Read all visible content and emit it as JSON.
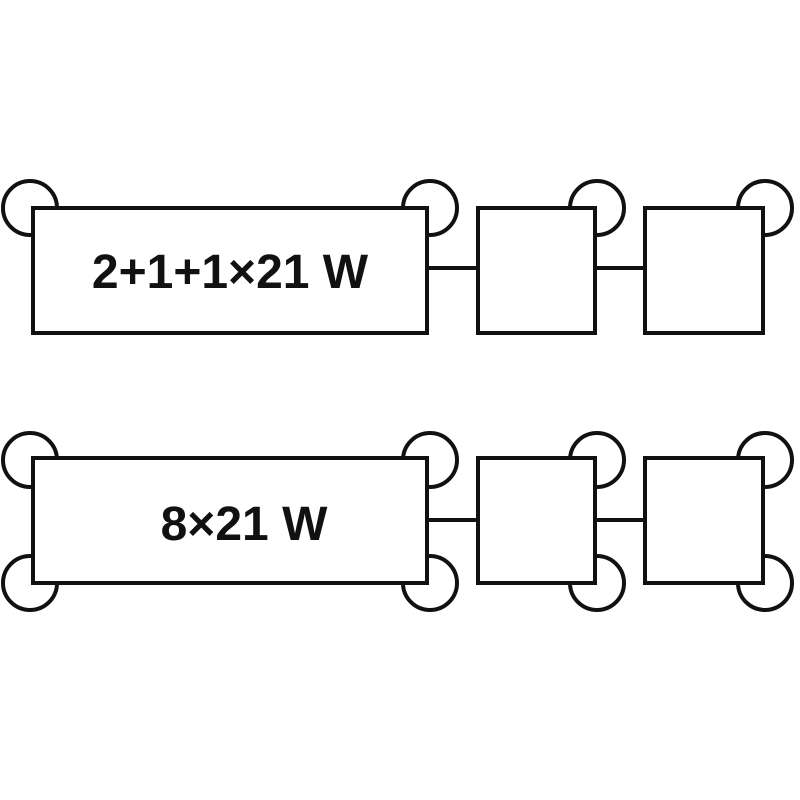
{
  "diagram": {
    "rows": [
      {
        "name": "row-top",
        "label": "2+1+1×21 W",
        "modules": [
          "main-flasher",
          "trailer-module-1",
          "trailer-module-2"
        ],
        "lamps": [
          "top-left",
          "top-right",
          "module1-top-right",
          "module2-top-right"
        ]
      },
      {
        "name": "row-bottom",
        "label": "8×21 W",
        "modules": [
          "main-flasher",
          "trailer-module-1",
          "trailer-module-2"
        ],
        "lamps": [
          "top-left",
          "bottom-left",
          "top-right",
          "bottom-right",
          "module1-top-right",
          "module1-bottom-right",
          "module2-top-right",
          "module2-bottom-right"
        ]
      }
    ],
    "colors": {
      "stroke": "#111111",
      "background": "#ffffff"
    }
  }
}
